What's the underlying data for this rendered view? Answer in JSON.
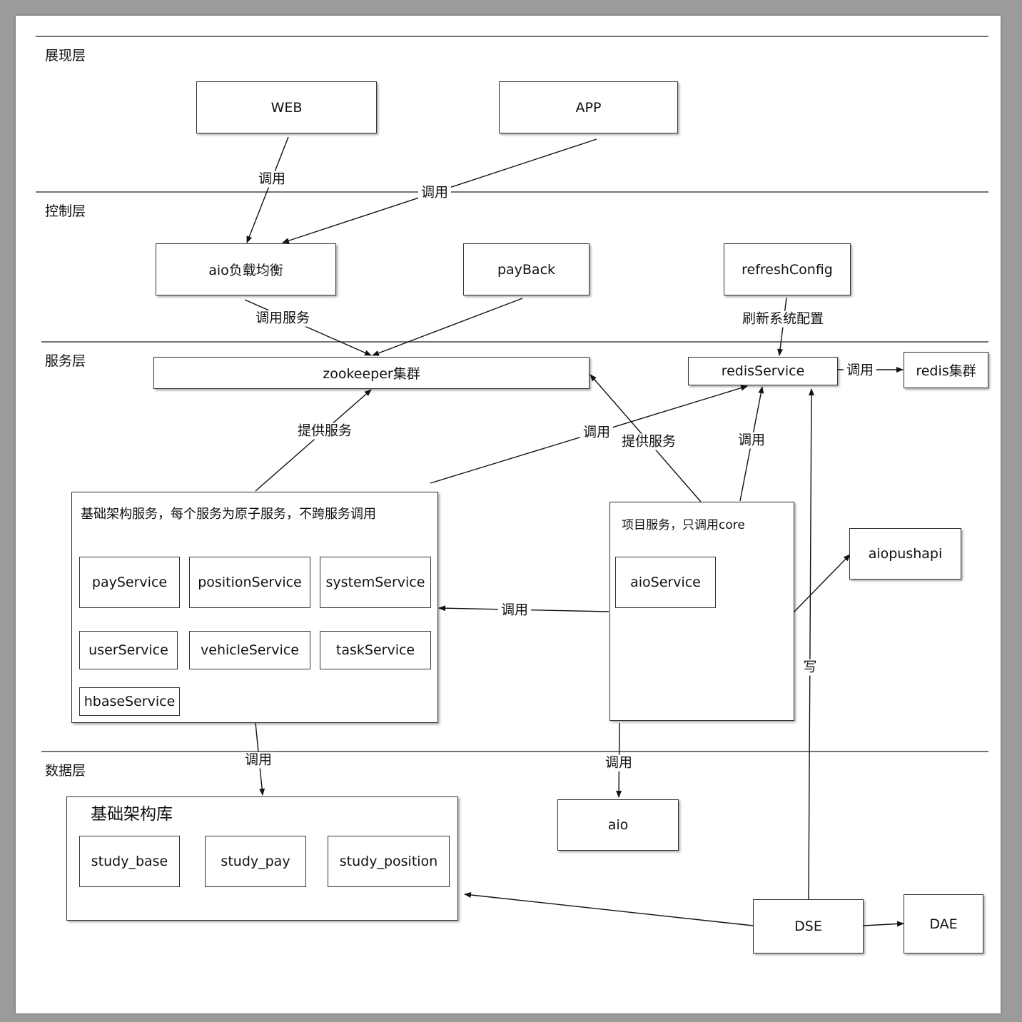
{
  "layers": {
    "presentation": "展现层",
    "control": "控制层",
    "service": "服务层",
    "data": "数据层"
  },
  "nodes": {
    "web": "WEB",
    "app": "APP",
    "aio_lb": "aio负载均衡",
    "payback": "payBack",
    "refresh_config": "refreshConfig",
    "zookeeper": "zookeeper集群",
    "redis_service": "redisService",
    "redis_cluster": "redis集群",
    "aiopushapi": "aiopushapi",
    "aio_db": "aio",
    "dse": "DSE",
    "dae": "DAE"
  },
  "base_group": {
    "title": "基础架构服务，每个服务为原子服务，不跨服务调用",
    "services": [
      "payService",
      "positionService",
      "systemService",
      "userService",
      "vehicleService",
      "taskService",
      "hbaseService"
    ]
  },
  "project_group": {
    "title": "项目服务，只调用core",
    "services": [
      "aioService"
    ]
  },
  "db_group": {
    "title": "基础架构库",
    "dbs": [
      "study_base",
      "study_pay",
      "study_position"
    ]
  },
  "edge_labels": {
    "web_call": "调用",
    "app_call": "调用",
    "call_service": "调用服务",
    "refresh": "刷新系统配置",
    "redis_call": "调用",
    "provide_left": "提供服务",
    "base_redis_call": "调用",
    "provide_right": "提供服务",
    "project_redis_call": "调用",
    "project_base_call": "调用",
    "write": "写",
    "base_db_call": "调用",
    "project_db_call": "调用"
  }
}
